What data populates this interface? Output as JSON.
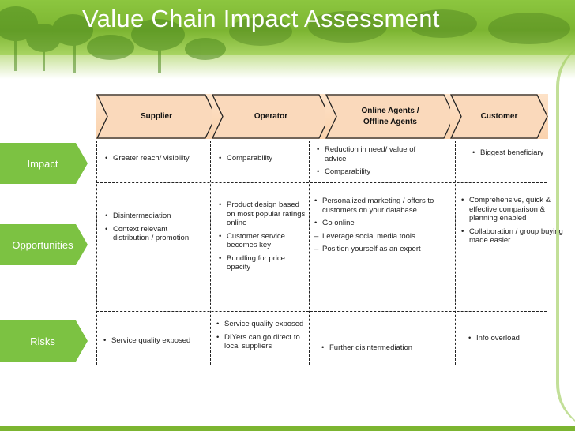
{
  "title": "Value Chain Impact Assessment",
  "stages": [
    "Supplier",
    "Operator",
    "Online Agents /\nOffline Agents",
    "Customer"
  ],
  "row_labels": [
    "Impact",
    "Opportunities",
    "Risks"
  ],
  "cells": {
    "impact": {
      "supplier": [
        {
          "type": "bullet",
          "text": "Greater reach/ visibility"
        }
      ],
      "operator": [
        {
          "type": "bullet",
          "text": "Comparability"
        }
      ],
      "agents": [
        {
          "type": "bullet",
          "text": "Reduction in need/ value of advice"
        },
        {
          "type": "bullet",
          "text": "Comparability"
        }
      ],
      "customer": [
        {
          "type": "bullet",
          "text": "Biggest beneficiary"
        }
      ]
    },
    "opportunities": {
      "supplier": [
        {
          "type": "bullet",
          "text": "Disintermediation"
        },
        {
          "type": "bullet",
          "text": "Context relevant distribution / promotion"
        }
      ],
      "operator": [
        {
          "type": "bullet",
          "text": "Product design based on most popular ratings online"
        },
        {
          "type": "bullet",
          "text": "Customer service becomes key"
        },
        {
          "type": "bullet",
          "text": "Bundling for price opacity"
        }
      ],
      "agents": [
        {
          "type": "bullet",
          "text": "Personalized marketing / offers to customers on your database"
        },
        {
          "type": "bullet",
          "text": "Go online"
        },
        {
          "type": "dash",
          "text": "Leverage social media tools"
        },
        {
          "type": "dash",
          "text": "Position yourself as an expert"
        }
      ],
      "customer": [
        {
          "type": "bullet",
          "text": "Comprehensive, quick & effective comparison & planning enabled"
        },
        {
          "type": "bullet",
          "text": "Collaboration / group buying made easier"
        }
      ]
    },
    "risks": {
      "supplier": [
        {
          "type": "bullet",
          "text": "Service quality exposed"
        }
      ],
      "operator": [
        {
          "type": "bullet",
          "text": "Service quality exposed"
        },
        {
          "type": "bullet",
          "text": "DIYers can go direct to local suppliers"
        }
      ],
      "agents": [
        {
          "type": "bullet",
          "text": "Further disintermediation"
        }
      ],
      "customer": [
        {
          "type": "bullet",
          "text": "Info overload"
        }
      ]
    }
  },
  "colors": {
    "header_green": "#7cb531",
    "row_label_green": "#7cc242",
    "chevron_fill": "#fad2ad",
    "chevron_stroke": "#222222"
  }
}
